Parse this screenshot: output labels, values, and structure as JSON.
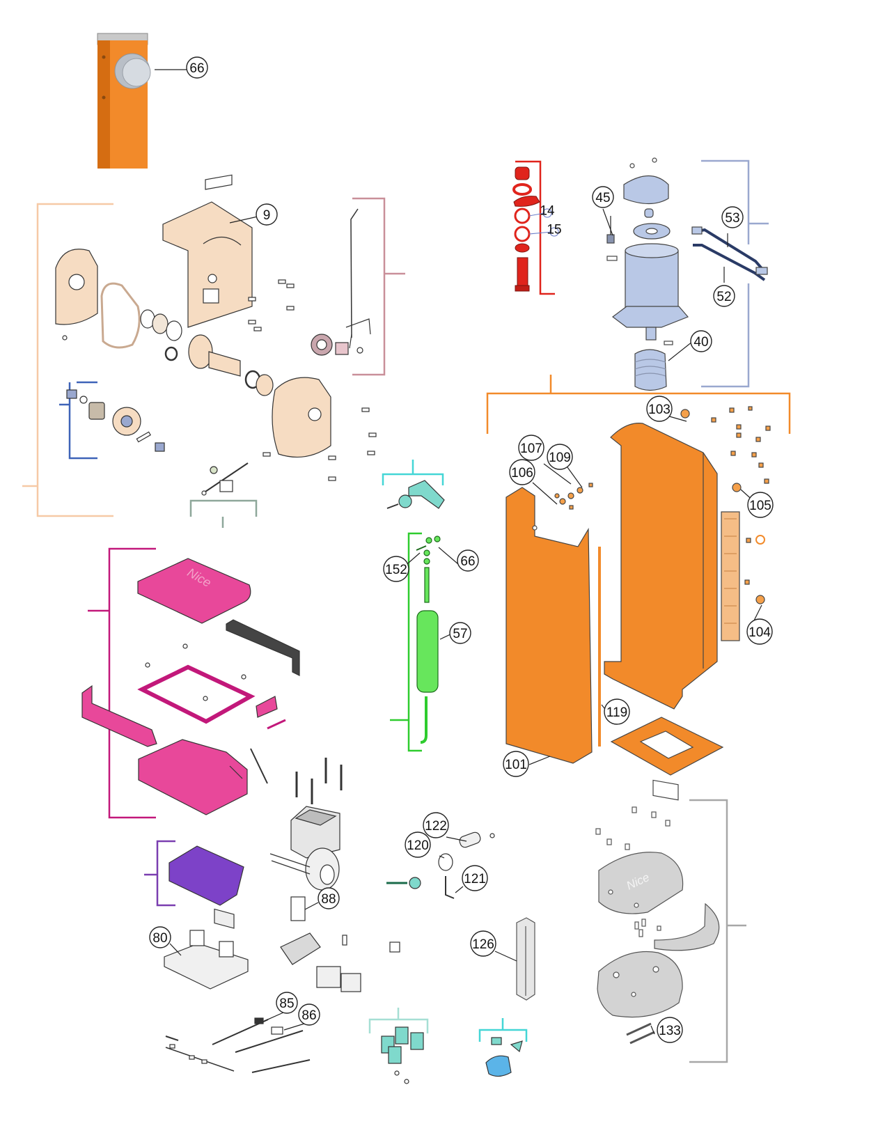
{
  "diagram": {
    "colors": {
      "orange": "#f28a2a",
      "orange_dark": "#d56d12",
      "peach": "#f6dcc2",
      "magenta": "#c2187a",
      "pink_fill": "#e8489a",
      "green": "#2ecc2e",
      "green_bright": "#67e65c",
      "teal": "#44d6d6",
      "teal_fill": "#7fd9cc",
      "red": "#e0241c",
      "blue_bracket": "#3e63b8",
      "lilac": "#9aa8cf",
      "steel_blue": "#b9c8e6",
      "rose": "#c98f99",
      "grey": "#a7a7a7",
      "grey_fill": "#d3d3d3",
      "purple": "#7a3eb0",
      "purple_fill": "#7d42c8",
      "sage": "#8ea79a",
      "line": "#222222"
    },
    "labels": {
      "l66_top": "66",
      "l9": "9",
      "l45": "45",
      "l53": "53",
      "l52": "52",
      "l40": "40",
      "l103": "103",
      "l107": "107",
      "l109": "109",
      "l106": "106",
      "l105": "105",
      "l104": "104",
      "l152": "152",
      "l66_mid": "66",
      "l57": "57",
      "l119": "119",
      "l101": "101",
      "l122": "122",
      "l120": "120",
      "l121": "121",
      "l88": "88",
      "l80": "80",
      "l126": "126",
      "l85": "85",
      "l86": "86",
      "l133": "133",
      "l14": "14",
      "l15": "15"
    },
    "logo": "Nice"
  }
}
